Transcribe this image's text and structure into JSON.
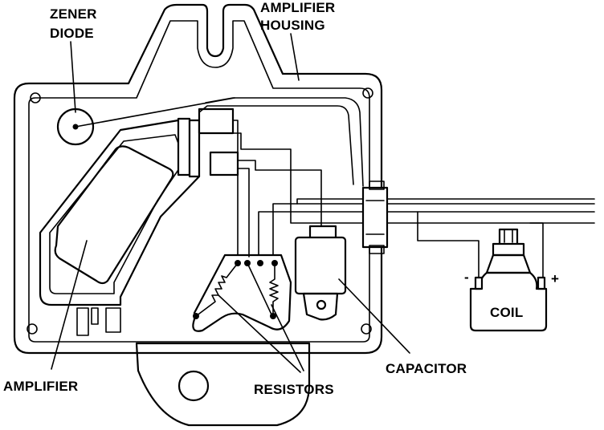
{
  "labels": {
    "zener_diode_line1": "ZENER",
    "zener_diode_line2": "DIODE",
    "amplifier_housing_line1": "AMPLIFIER",
    "amplifier_housing_line2": "HOUSING",
    "amplifier": "AMPLIFIER",
    "resistors": "RESISTORS",
    "capacitor": "CAPACITOR",
    "coil": "COIL",
    "coil_minus": "-",
    "coil_plus": "+"
  }
}
